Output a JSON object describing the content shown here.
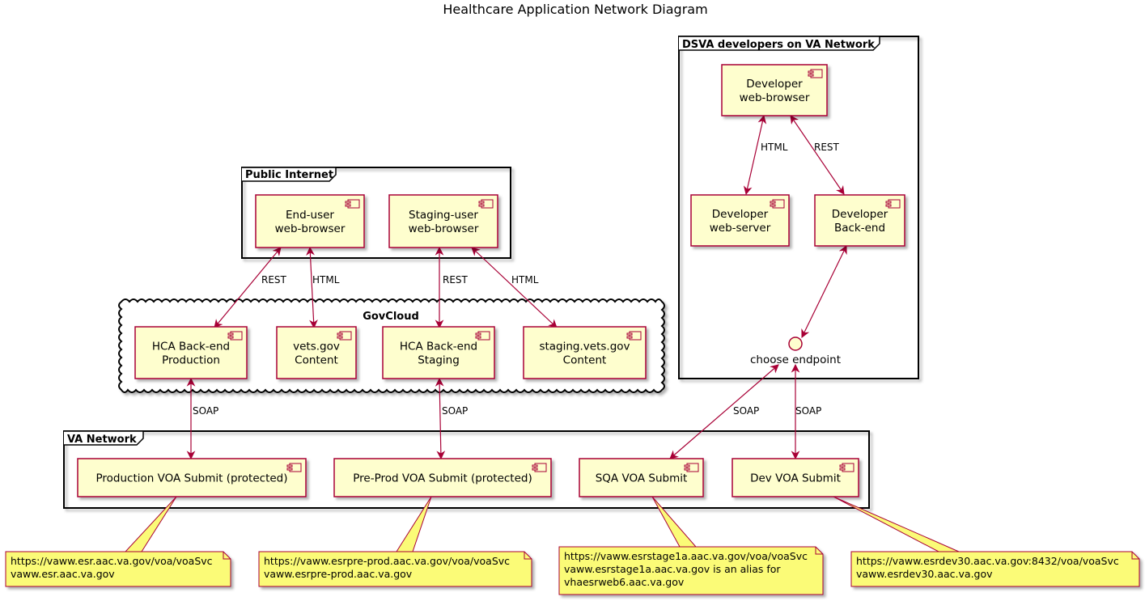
{
  "title": "Healthcare Application Network Diagram",
  "frames": {
    "public_internet": "Public Internet",
    "govcloud": "GovCloud",
    "dsva": "DSVA developers on VA Network",
    "va_network": "VA Network"
  },
  "components": {
    "end_user": [
      "End-user",
      "web-browser"
    ],
    "staging_user": [
      "Staging-user",
      "web-browser"
    ],
    "hca_prod": [
      "HCA Back-end",
      "Production"
    ],
    "vets_content": [
      "vets.gov",
      "Content"
    ],
    "hca_staging": [
      "HCA Back-end",
      "Staging"
    ],
    "staging_content": [
      "staging.vets.gov",
      "Content"
    ],
    "dev_browser": [
      "Developer",
      "web-browser"
    ],
    "dev_server": [
      "Developer",
      "web-server"
    ],
    "dev_backend": [
      "Developer",
      "Back-end"
    ],
    "prod_voa": [
      "Production VOA Submit (protected)"
    ],
    "preprod_voa": [
      "Pre-Prod VOA Submit (protected)"
    ],
    "sqa_voa": [
      "SQA VOA Submit"
    ],
    "dev_voa": [
      "Dev VOA Submit"
    ]
  },
  "interface": {
    "label": "choose endpoint"
  },
  "edge_labels": {
    "rest": "REST",
    "html": "HTML",
    "soap": "SOAP"
  },
  "notes": {
    "prod": [
      "https://vaww.esr.aac.va.gov/voa/voaSvc",
      "vaww.esr.aac.va.gov"
    ],
    "preprod": [
      "https://vaww.esrpre-prod.aac.va.gov/voa/voaSvc",
      "vaww.esrpre-prod.aac.va.gov"
    ],
    "sqa": [
      "https://vaww.esrstage1a.aac.va.gov/voa/voaSvc",
      "vaww.esrstage1a.aac.va.gov is an alias for",
      "vhaesrweb6.aac.va.gov"
    ],
    "dev": [
      "https://vaww.esrdev30.aac.va.gov:8432/voa/voaSvc",
      "vaww.esrdev30.aac.va.gov"
    ]
  }
}
